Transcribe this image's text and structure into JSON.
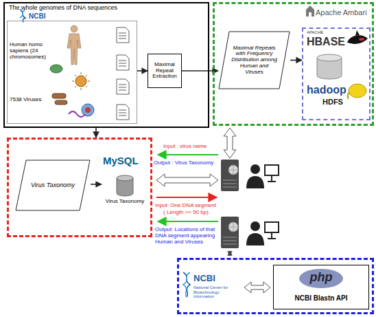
{
  "diagram": {
    "nodes": [
      {
        "text": [
          "The whole genomes of DNA sequences"
        ]
      },
      {
        "text": [
          "Human homo sapiens (24 chromosomes)",
          "7538 Viruses"
        ],
        "in": 0
      },
      {
        "text": [
          "Maximal Repeat Extraction"
        ],
        "in": 0
      },
      {
        "text": []
      },
      {
        "text": [
          "Maximal Repeats with Frequency Distribution among Human and Viruses"
        ],
        "in": 3
      },
      {
        "text": [
          "APACHE",
          "HBASE",
          "hadoop",
          "HDFS"
        ],
        "in": 3
      },
      {
        "text": []
      },
      {
        "text": [
          "Virus Taxonomy"
        ],
        "in": 6
      },
      {
        "text": [
          "Virus Taxonomy"
        ],
        "in": 6
      },
      {
        "text": []
      },
      {
        "text": [
          "php",
          "NCBI Blastn API"
        ],
        "in": 9
      }
    ],
    "edges": [
      {
        "from": 1,
        "to": 2,
        "arrow": "to"
      },
      {
        "from": 2,
        "to": 4,
        "arrow": "to"
      },
      {
        "from": 4,
        "to": 5,
        "arrow": "to"
      },
      {
        "from": 0,
        "to": 6,
        "arrow": "to"
      },
      {
        "from": 7,
        "to": 8,
        "arrow": "to"
      }
    ],
    "labels": [
      "NCBI",
      "Apache Ambari",
      "MySQL",
      "input : virus name",
      "Output : Virus Taxonomy",
      "Input: One DNA segment",
      "( Length >= 50 bp)",
      "Output: Locations of that DNA segment appearing Human and Viruses",
      "NCBI",
      "National Center for Biotechnology Information"
    ]
  }
}
